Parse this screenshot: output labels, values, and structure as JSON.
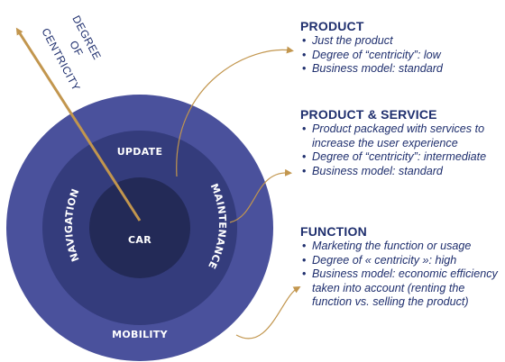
{
  "colors": {
    "outer_ring": "#4a519c",
    "middle_ring": "#343c7c",
    "inner_core": "#232a57",
    "arrow": "#c2964e",
    "text_dark": "#1f2f6e"
  },
  "rings": {
    "core_label": "CAR",
    "top_label": "UPDATE",
    "left_label": "NAVIGATION",
    "right_label": "MAINTENANCE",
    "outer_label": "MOBILITY"
  },
  "axis": {
    "line1": "DEGREE",
    "line2": "OF",
    "line3": "CENTRICITY"
  },
  "panels": {
    "product": {
      "title": "PRODUCT",
      "bullets": [
        "Just the product",
        "Degree of “centricity”: low",
        "Business model: standard"
      ]
    },
    "service": {
      "title": "PRODUCT & SERVICE",
      "bullets": [
        "Product packaged with services to increase the user experience",
        "Degree of “centricity”: intermediate",
        "Business model: standard"
      ]
    },
    "function": {
      "title": "FUNCTION",
      "bullets": [
        "Marketing the function or usage",
        "Degree of « centricity »: high",
        "Business model: economic efficiency taken into account (renting the function vs. selling the product)"
      ]
    }
  }
}
